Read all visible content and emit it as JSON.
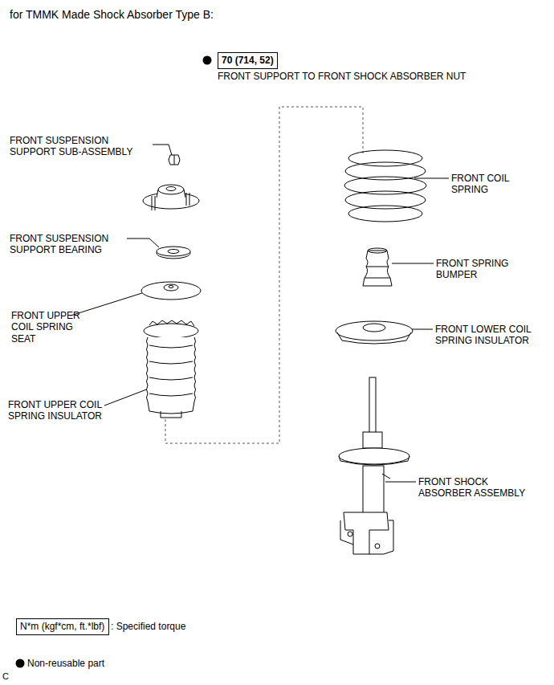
{
  "diagram": {
    "title": "for TMMK Made Shock Absorber Type B:",
    "nodes": [
      {
        "text": [
          "70 (714, 52)"
        ]
      },
      {
        "text": [
          "N*m (kgf*cm, ft.*lbf)"
        ]
      }
    ],
    "labels": [
      "FRONT SUPPORT TO FRONT SHOCK ABSORBER NUT",
      "FRONT SUSPENSION SUPPORT SUB-ASSEMBLY",
      "FRONT SUSPENSION SUPPORT BEARING",
      "FRONT UPPER COIL SPRING SEAT",
      "FRONT UPPER COIL SPRING INSULATOR",
      "FRONT COIL SPRING",
      "FRONT SPRING BUMPER",
      "FRONT LOWER COIL SPRING INSULATOR",
      "FRONT SHOCK ABSORBER ASSEMBLY",
      "C"
    ],
    "legend": [
      {
        "text": ": Specified torque"
      },
      {
        "text": "Non-reusable part"
      }
    ]
  }
}
